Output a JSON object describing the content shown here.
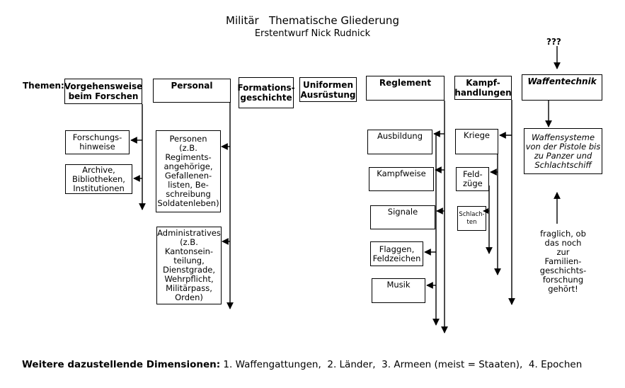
{
  "title": "Militär   Thematische Gliederung",
  "subtitle": "Erstentwurf Nick Rudnick",
  "question_marks": "???",
  "themes_label": "Themen:",
  "themes": {
    "vorgehensweise": "Vorgehensweise\nbeim Forschen",
    "personal": "Personal",
    "formation": "Formations-\ngeschichte",
    "uniformen": "Uniformen\nAusrüstung",
    "reglement": "Reglement",
    "kampf": "Kampf-\nhandlungen",
    "waffentechnik": "Waffentechnik"
  },
  "items": {
    "forschungshinweise": "Forschungs-\nhinweise",
    "archive": "Archive,\nBibliotheken,\nInstitutionen",
    "personen": "Personen\n(z.B.\nRegiments-\nangehörige,\nGefallenen-\nlisten, Be-\nschreibung\nSoldatenleben)",
    "administratives": "Administratives\n(z.B.\nKantonsein-\nteilung,\nDienstgrade,\nWehrpflicht,\nMilitärpass,\nOrden)",
    "ausbildung": "Ausbildung",
    "kampfweise": "Kampfweise",
    "signale": "Signale",
    "flaggen": "Flaggen,\nFeldzeichen",
    "musik": "Musik",
    "kriege": "Kriege",
    "feldzuege": "Feld-\nzüge",
    "schlachten": "Schlach-\nten",
    "waffensysteme": "Waffensysteme\nvon der Pistole bis\nzu Panzer und\nSchlachtschiff"
  },
  "note": "fraglich,  ob\ndas noch\nzur\nFamilien-\ngeschichts-\nforschung\ngehört!",
  "footer": {
    "bold": "Weitere dazustellende Dimensionen:",
    "rest": " 1. Waffengattungen,  2. Länder,  3. Armeen (meist = Staaten),  4. Epochen"
  }
}
